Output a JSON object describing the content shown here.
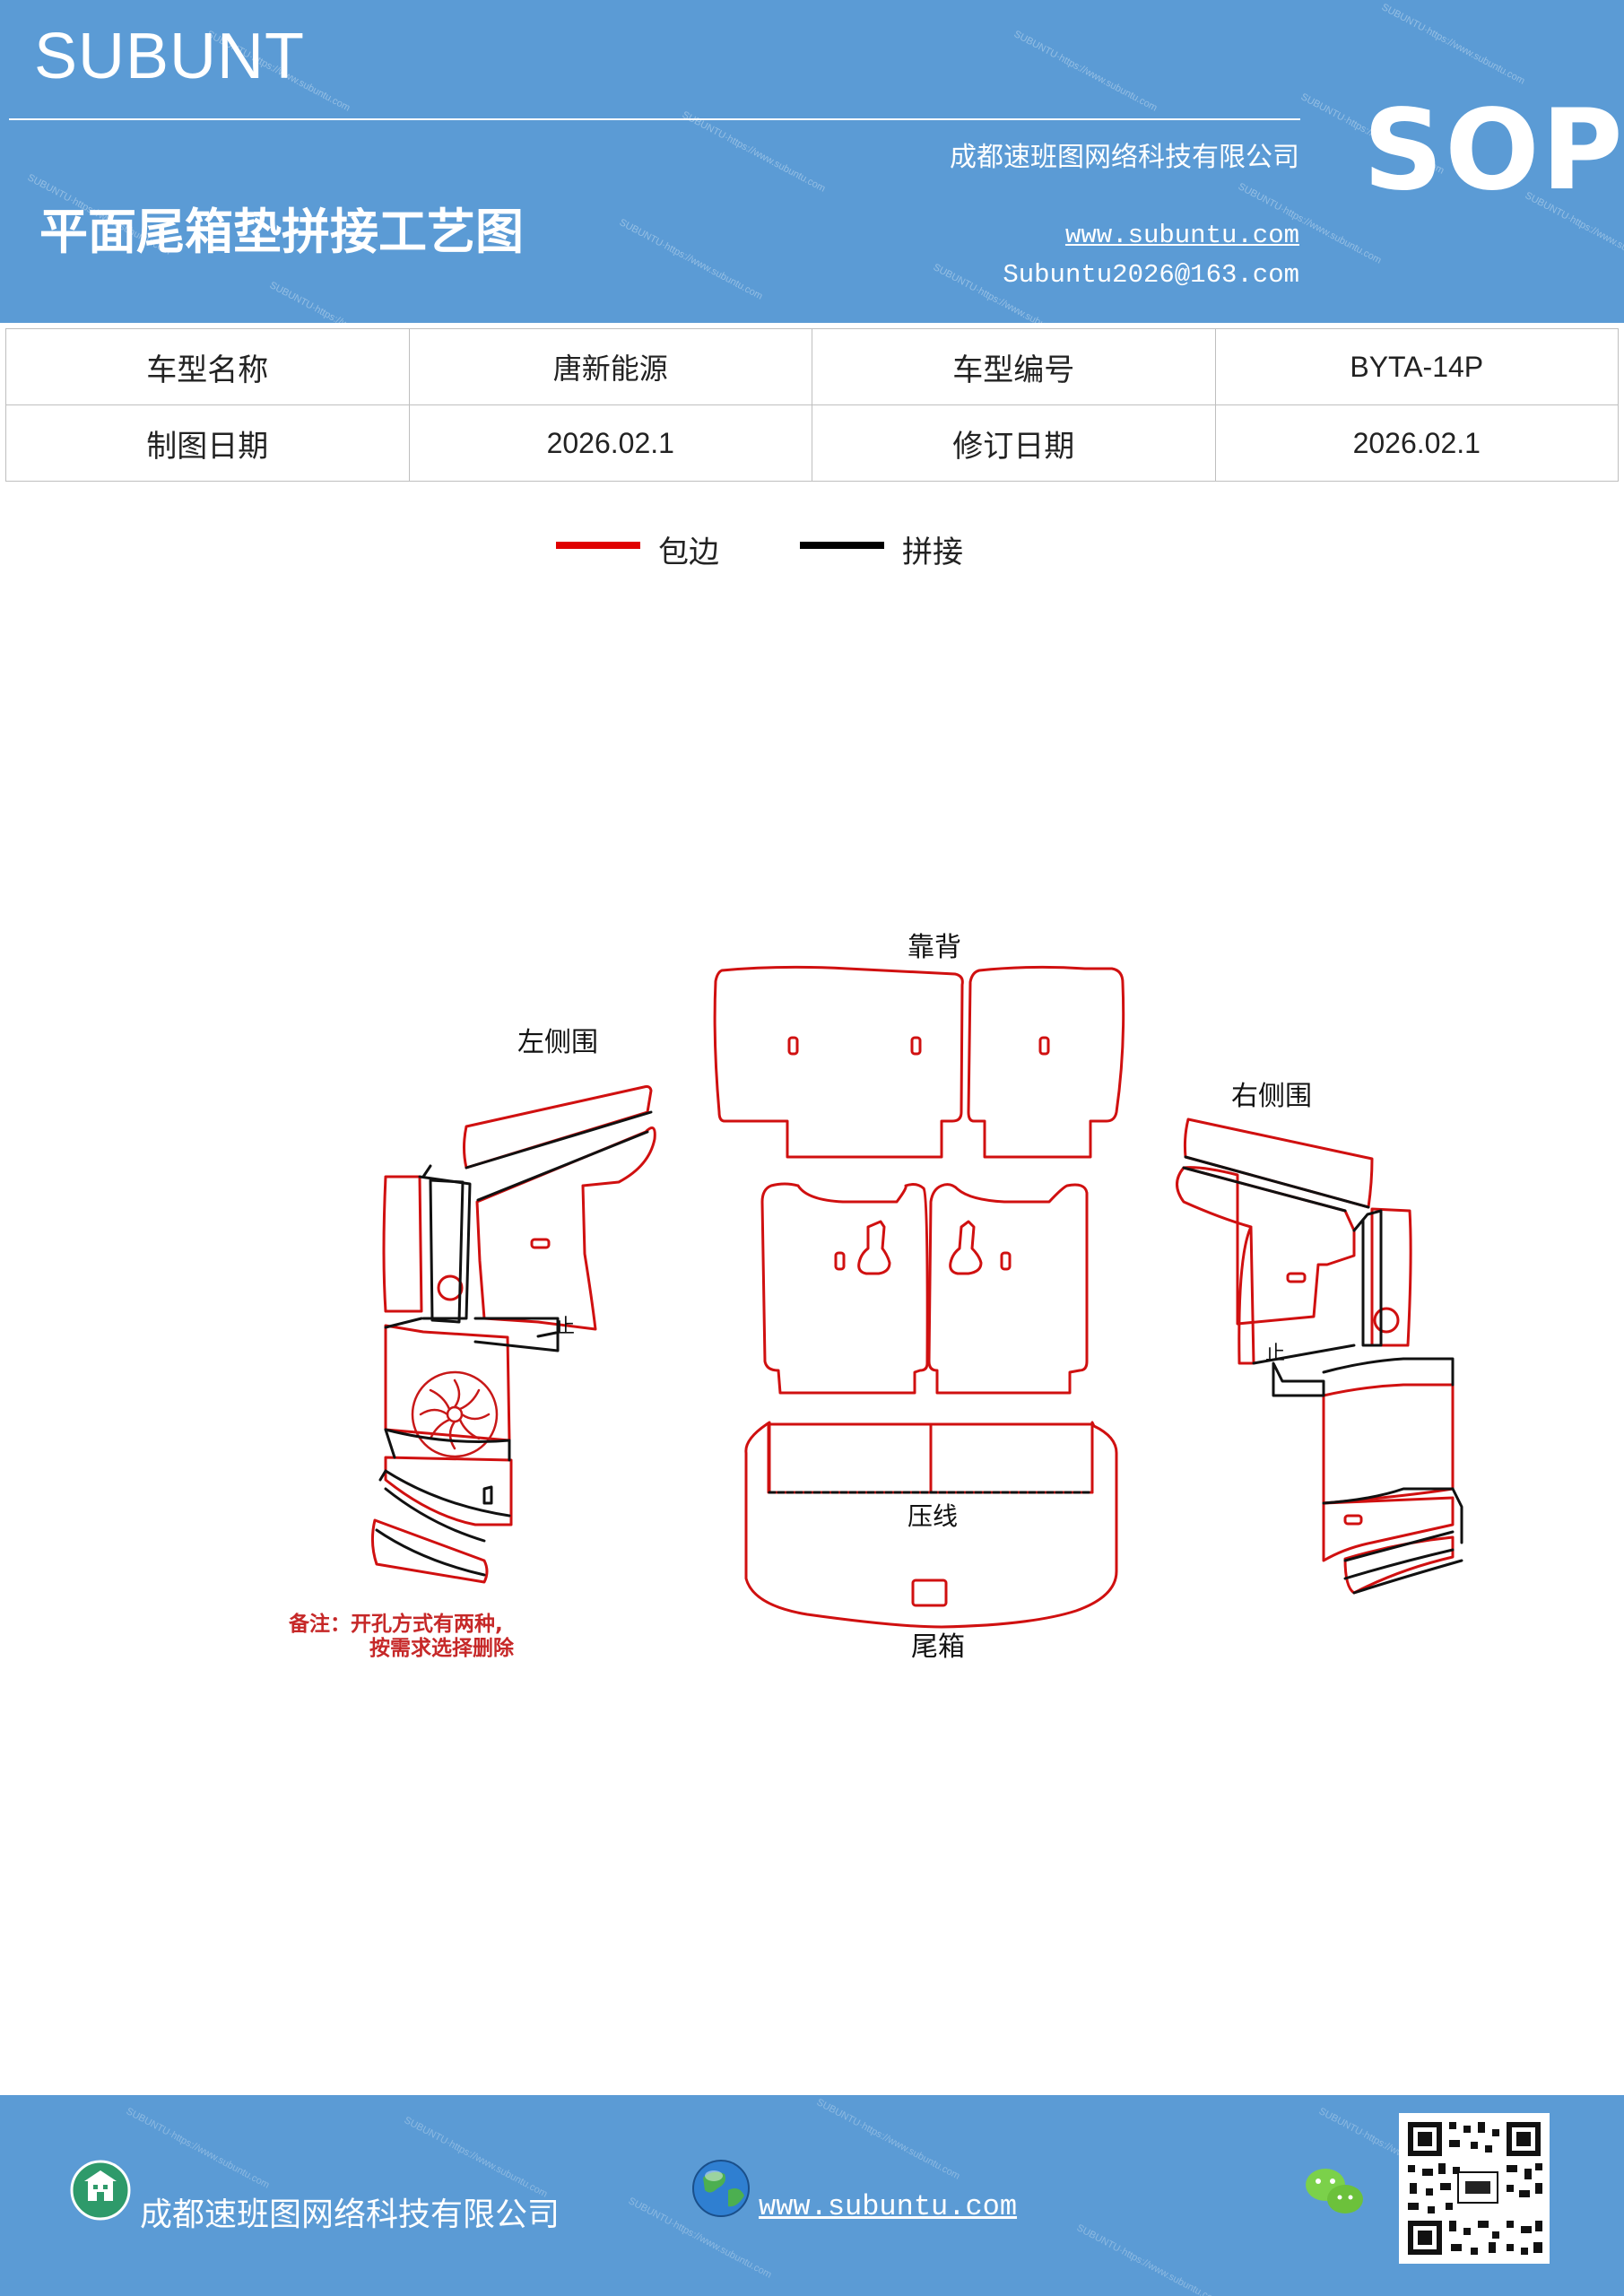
{
  "header": {
    "brand": "SUBUNT",
    "title": "平面尾箱垫拼接工艺图",
    "company": "成都速班图网络科技有限公司",
    "website": "www.subuntu.com",
    "email": "Subuntu2026@163.com",
    "badge": "SOP"
  },
  "info_table": {
    "rows": [
      [
        {
          "label": "车型名称"
        },
        {
          "value": "唐新能源"
        },
        {
          "label": "车型编号"
        },
        {
          "value": "BYTA-14P"
        }
      ],
      [
        {
          "label": "制图日期"
        },
        {
          "value": "2026.02.1"
        },
        {
          "label": "修订日期"
        },
        {
          "value": "2026.02.1"
        }
      ]
    ]
  },
  "legend": {
    "items": [
      {
        "label": "包边",
        "color": "#e00000"
      },
      {
        "label": "拼接",
        "color": "#000000"
      }
    ]
  },
  "diagram": {
    "labels": {
      "backrest": "靠背",
      "left_side": "左侧围",
      "right_side": "右侧围",
      "crease": "压线",
      "trunk": "尾箱",
      "stop_left": "止",
      "stop_right": "止"
    },
    "note": {
      "line1": "备注：开孔方式有两种,",
      "line2": "按需求选择删除"
    },
    "colors": {
      "edge_binding": "#d01010",
      "seam": "#111111",
      "note": "#c62828"
    }
  },
  "footer": {
    "company": "成都速班图网络科技有限公司",
    "website": "www.subuntu.com",
    "icons": [
      "building-icon",
      "globe-icon",
      "wechat-icon",
      "qr-code"
    ]
  }
}
